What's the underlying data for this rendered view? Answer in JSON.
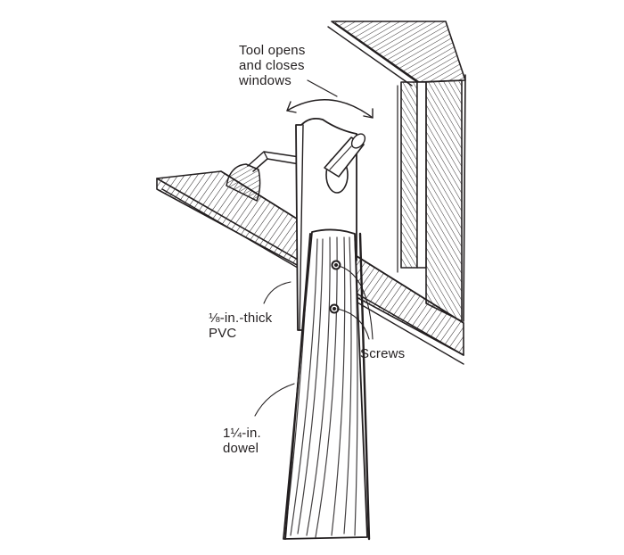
{
  "diagram": {
    "type": "pen-and-ink technical illustration",
    "subject": "Window opening tool made from a dowel and PVC"
  },
  "labels": {
    "tool_action": {
      "lines": [
        "Tool opens",
        "and closes",
        "windows"
      ]
    },
    "pvc": {
      "lines": [
        "⅛-in.-thick",
        "PVC"
      ]
    },
    "screws": {
      "lines": [
        "Screws"
      ]
    },
    "dowel": {
      "lines": [
        "1¼-in.",
        "dowel"
      ]
    }
  },
  "colors": {
    "ink": "#231f20",
    "background": "#ffffff"
  }
}
